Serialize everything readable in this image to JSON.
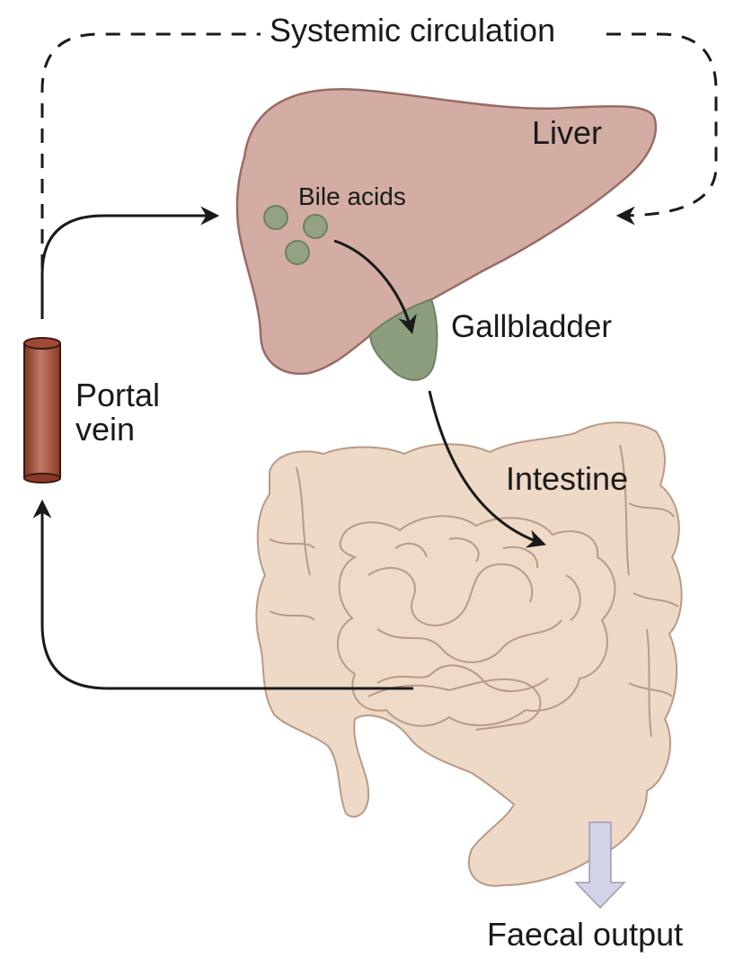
{
  "labels": {
    "systemic_circulation": "Systemic circulation",
    "liver": "Liver",
    "bile_acids": "Bile acids",
    "gallbladder": "Gallbladder",
    "portal_vein_line1": "Portal",
    "portal_vein_line2": "vein",
    "intestine": "Intestine",
    "faecal_output": "Faecal output"
  },
  "colors": {
    "liver_fill": "#d3ada3",
    "liver_stroke": "#9a6b64",
    "gallbladder_fill": "#8c9e7e",
    "bile_acid_fill": "#93a283",
    "intestine_fill": "#eed8c6",
    "intestine_stroke": "#b89a88",
    "portal_vein": "#a14a35",
    "faecal_arrow": "#d2d3e6",
    "arrow": "#1a1a1a"
  }
}
